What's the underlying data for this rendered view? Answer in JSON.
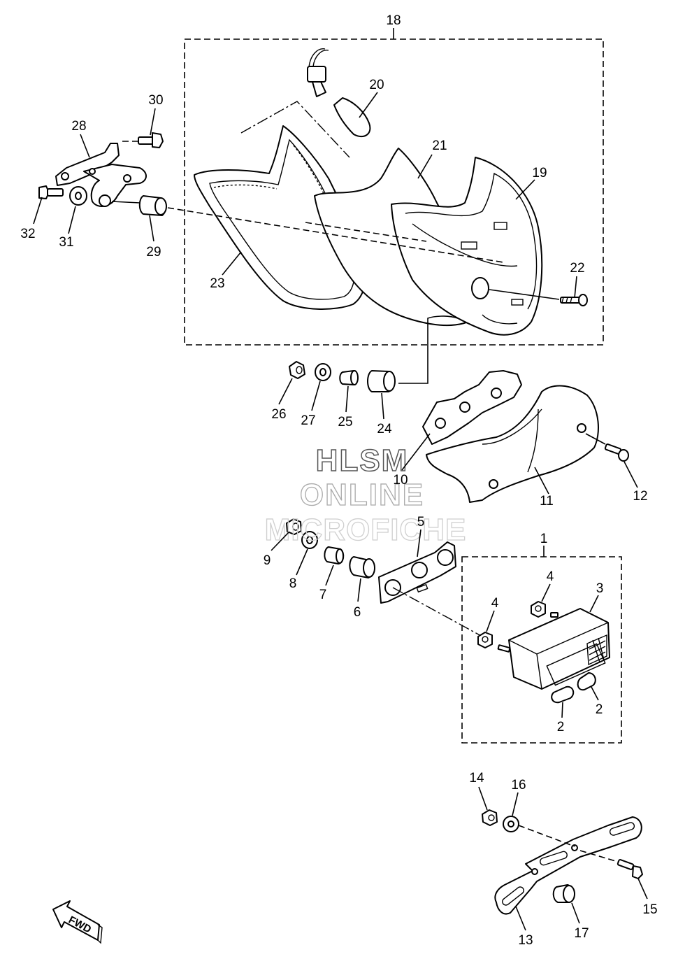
{
  "callouts": [
    "1",
    "2",
    "2",
    "3",
    "4",
    "4",
    "5",
    "6",
    "7",
    "8",
    "9",
    "10",
    "11",
    "12",
    "13",
    "14",
    "15",
    "16",
    "17",
    "18",
    "19",
    "20",
    "21",
    "22",
    "23",
    "24",
    "25",
    "26",
    "27",
    "28",
    "29",
    "30",
    "31",
    "32"
  ],
  "watermark": {
    "line1": "HLSM",
    "line2": "ONLINE",
    "line3": "MICROFICHE"
  },
  "fwd_label": "FWD"
}
